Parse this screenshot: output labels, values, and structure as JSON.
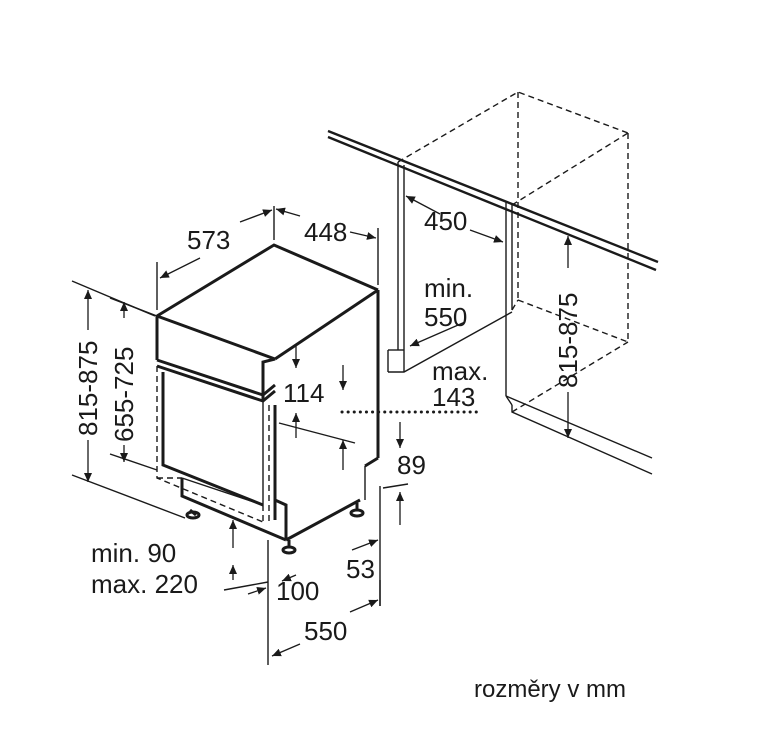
{
  "dimensions": {
    "depth_573": "573",
    "width_448": "448",
    "niche_width_450": "450",
    "niche_depth_min_label": "min.",
    "niche_depth_min_value": "550",
    "niche_height_815_875": "815-875",
    "height_815_875": "815-875",
    "height_655_725": "655-725",
    "panel_114": "114",
    "max_label": "max.",
    "max_value": "143",
    "foot_89": "89",
    "foot_53": "53",
    "plinth_min": "min. 90",
    "plinth_max": "max. 220",
    "depth_100": "100",
    "depth_550": "550"
  },
  "caption": "rozměry v mm"
}
